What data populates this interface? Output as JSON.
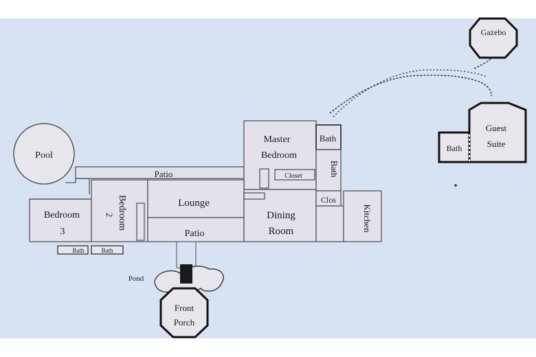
{
  "rooms": {
    "gazebo": "Gazebo",
    "guest_suite_line1": "Guest",
    "guest_suite_line2": "Suite",
    "guest_bath": "Bath",
    "pool": "Pool",
    "patio_top": "Patio",
    "master_bedroom_line1": "Master",
    "master_bedroom_line2": "Bedroom",
    "master_bath_top": "Bath",
    "master_bath_side": "Bath",
    "closet": "Closet",
    "clos": "Clos",
    "bedroom3_line1": "Bedroom",
    "bedroom3_line2": "3",
    "bedroom2": "Bedroom",
    "bedroom2_num": "2",
    "lounge": "Lounge",
    "dining_line1": "Dining",
    "dining_line2": "Room",
    "kitchen": "Kitchen",
    "patio_bottom": "Patio",
    "bath_small1": "Bath",
    "bath_small2": "Bath",
    "pond": "Pond",
    "front_porch_line1": "Front",
    "front_porch_line2": "Porch"
  },
  "colors": {
    "background": "#d7e3f3",
    "room_fill": "#e3e2ec",
    "wall": "#4a4a52",
    "dark": "#111111"
  }
}
